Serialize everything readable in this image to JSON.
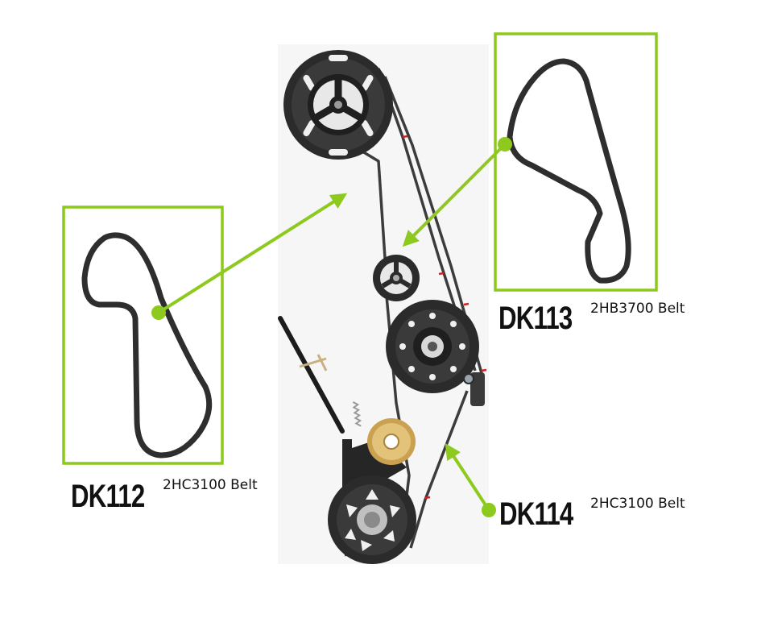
{
  "accent_color": "#8ec91e",
  "belts": [
    {
      "code": "DK112",
      "description": "2HC3100 Belt"
    },
    {
      "code": "DK113",
      "description": "2HB3700 Belt"
    },
    {
      "code": "DK114",
      "description": "2HC3100 Belt"
    }
  ]
}
